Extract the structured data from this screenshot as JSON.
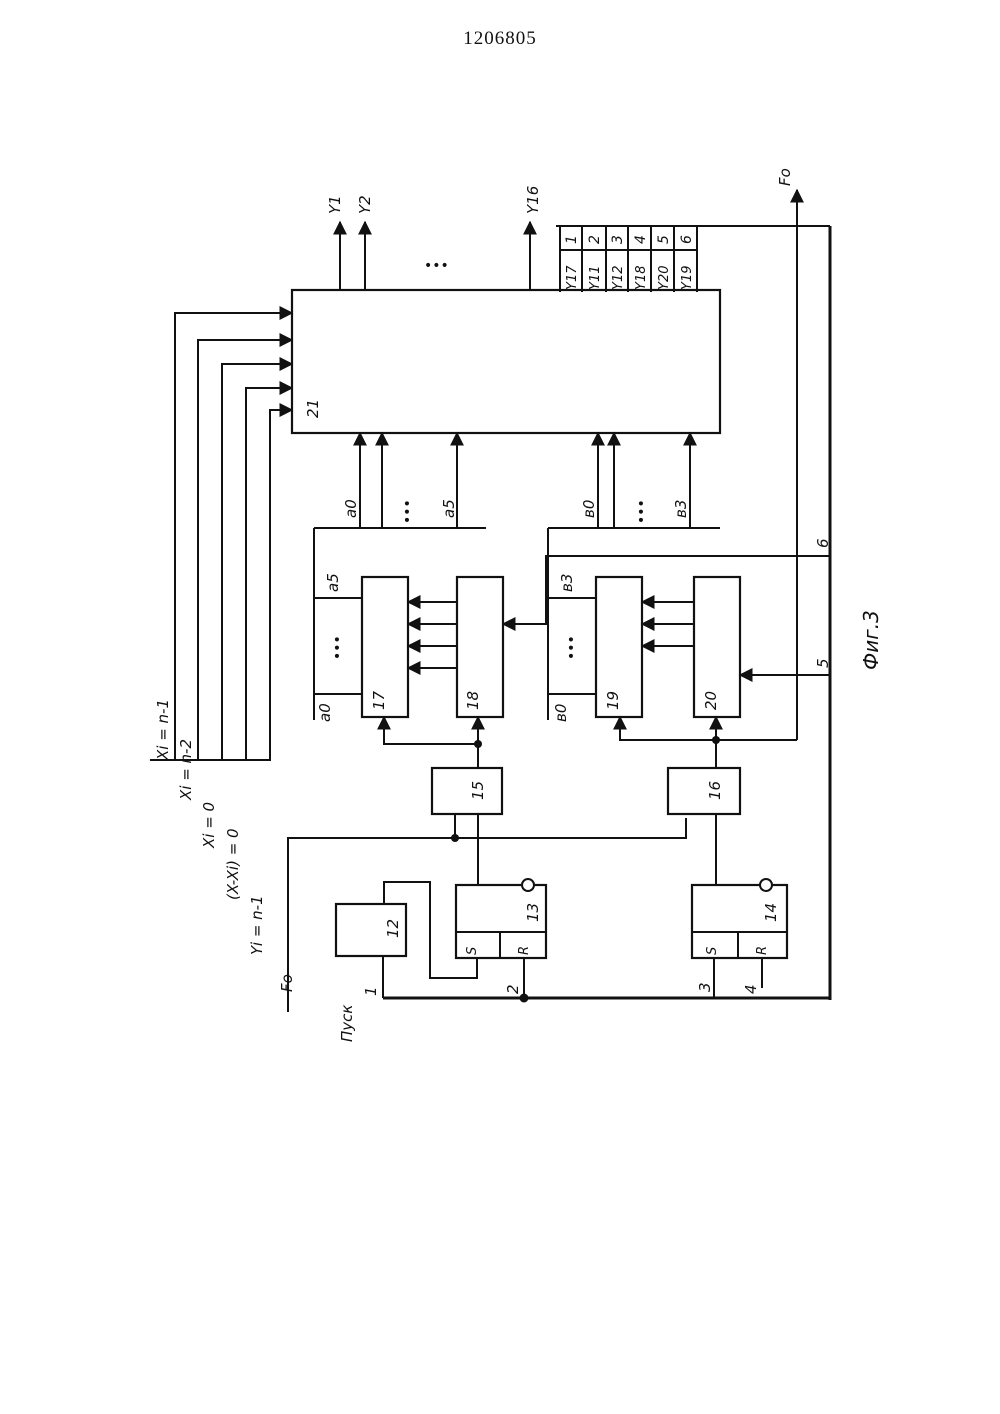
{
  "page": {
    "number": "1206805"
  },
  "figure": {
    "caption": "Фиг.3"
  },
  "inputs": {
    "x_eq_n1": "Xi = n-1",
    "x_eq_n2": "Xi = n-2",
    "x_eq_0": "Xi = 0",
    "diff_eq_0": "(X-Xi) = 0",
    "y_eq_n1": "Yi = n-1",
    "fo": "Fo",
    "pusk": "Пуск"
  },
  "blocks": {
    "b12": "12",
    "b13": "13",
    "b14": "14",
    "b15": "15",
    "b16": "16",
    "b17": "17",
    "b18": "18",
    "b19": "19",
    "b20": "20",
    "b21": "21"
  },
  "pins": {
    "s": "S",
    "r": "R"
  },
  "buses": {
    "a0": "a0",
    "a5": "a5",
    "b0": "в0",
    "b3": "в3",
    "dots": "•••"
  },
  "outputs": {
    "y1": "Y1",
    "y2": "Y2",
    "y16": "Y16",
    "fo": "Fo",
    "table": [
      {
        "label": "Y17",
        "num": "1"
      },
      {
        "label": "Y11",
        "num": "2"
      },
      {
        "label": "Y12",
        "num": "3"
      },
      {
        "label": "Y18",
        "num": "4"
      },
      {
        "label": "Y20",
        "num": "5"
      },
      {
        "label": "Y19",
        "num": "6"
      }
    ]
  },
  "nodes": {
    "n1": "1",
    "n2": "2",
    "n3": "3",
    "n4": "4",
    "n5": "5",
    "n6": "6"
  }
}
